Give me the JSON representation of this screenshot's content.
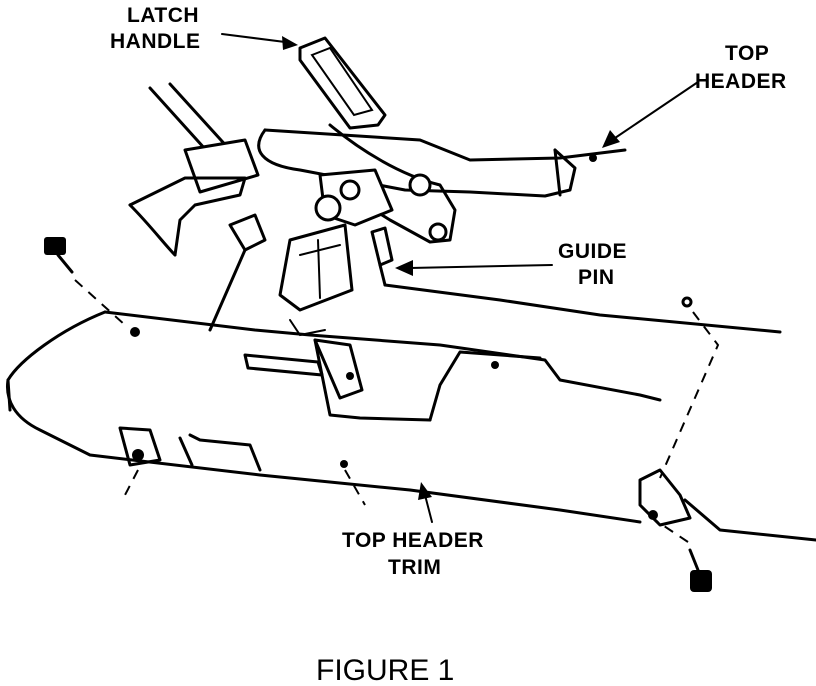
{
  "labels": {
    "latch_handle": [
      "LATCH",
      "HANDLE"
    ],
    "top_header": [
      "TOP",
      "HEADER"
    ],
    "guide_pin": [
      "GUIDE",
      "PIN"
    ],
    "top_header_trim": [
      "TOP HEADER",
      "TRIM"
    ]
  },
  "caption": "FIGURE 1"
}
